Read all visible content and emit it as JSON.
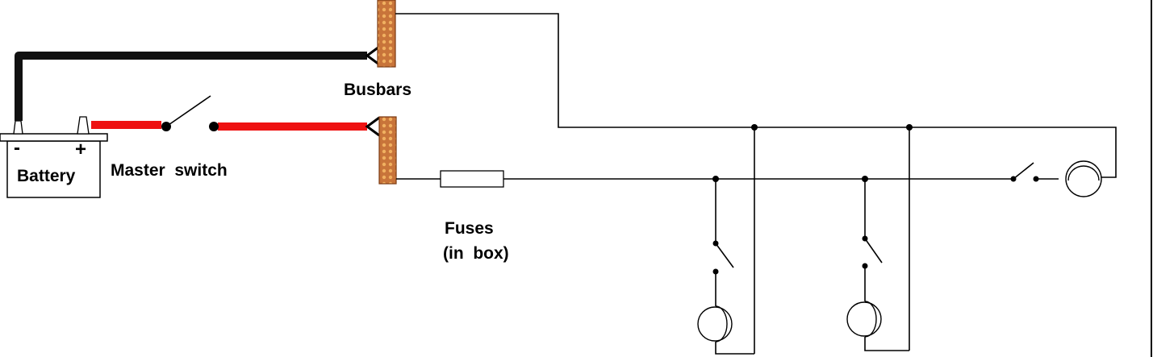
{
  "labels": {
    "battery": "Battery",
    "minus": "-",
    "plus": "+",
    "master_switch": "Master  switch",
    "busbars": "Busbars",
    "fuses_line1": "Fuses",
    "fuses_line2": "(in  box)"
  },
  "colors": {
    "negative_cable": "#111111",
    "positive_cable": "#ee1111",
    "busbar_fill": "#c8743a",
    "wire": "#000000",
    "background": "#ffffff"
  }
}
